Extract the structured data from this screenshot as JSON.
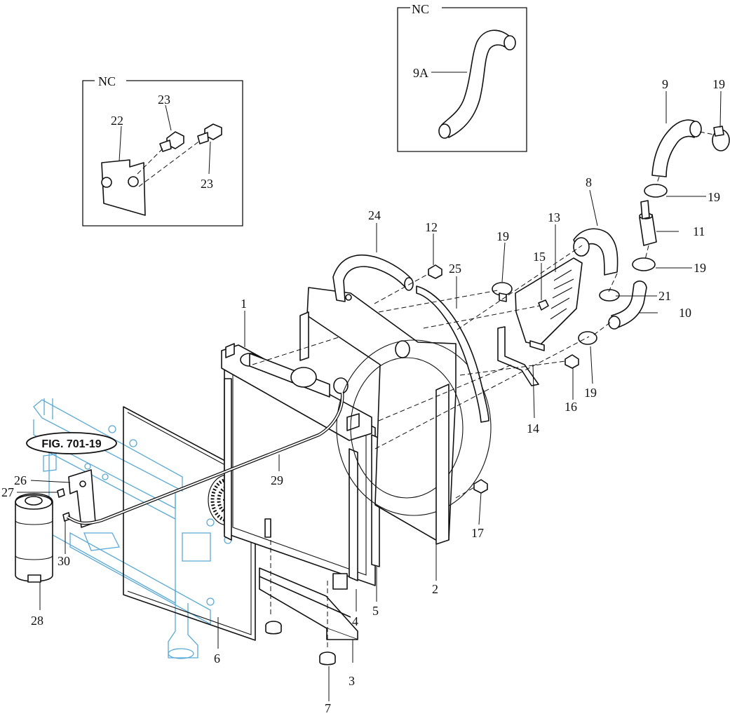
{
  "colors": {
    "line": "#111111",
    "frame_blue": "#5aa9d6",
    "background": "#ffffff"
  },
  "figure_reference": "FIG. 701-19",
  "insets": [
    {
      "tag": "NC",
      "parts": [
        "22",
        "23",
        "23"
      ]
    },
    {
      "tag": "NC",
      "parts": [
        "9A"
      ]
    }
  ],
  "callouts": {
    "p1": "1",
    "p2": "2",
    "p3": "3",
    "p4": "4",
    "p5": "5",
    "p6": "6",
    "p7": "7",
    "p8": "8",
    "p9": "9",
    "p9a": "9A",
    "p10": "10",
    "p11": "11",
    "p12": "12",
    "p13": "13",
    "p14": "14",
    "p15": "15",
    "p16": "16",
    "p17": "17",
    "p19a": "19",
    "p19b": "19",
    "p19c": "19",
    "p19d": "19",
    "p19e": "19",
    "p21": "21",
    "p22": "22",
    "p23a": "23",
    "p23b": "23",
    "p24": "24",
    "p25": "25",
    "p26": "26",
    "p27": "27",
    "p28": "28",
    "p29": "29",
    "p30": "30"
  }
}
